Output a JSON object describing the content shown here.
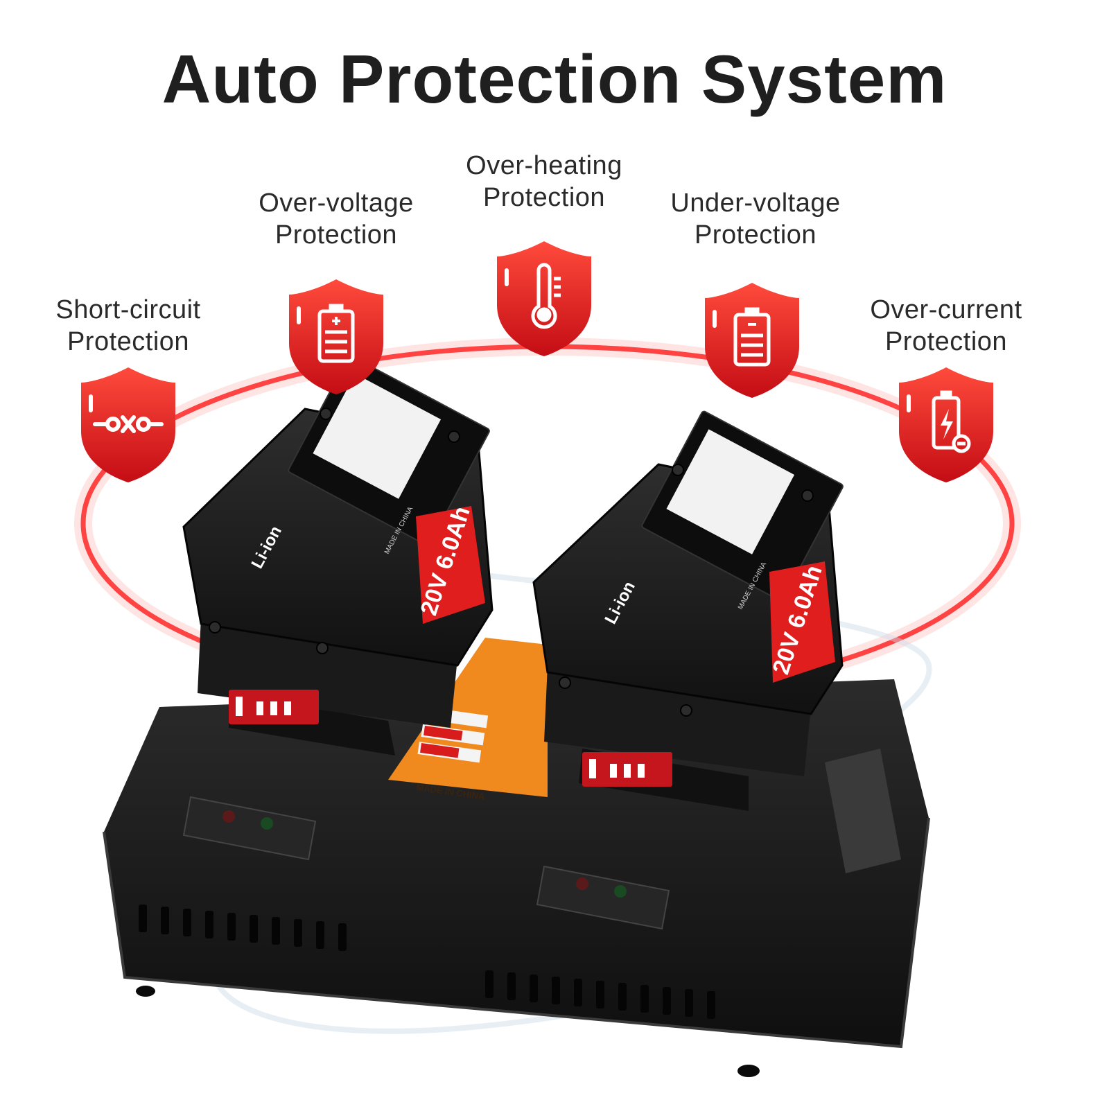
{
  "title": "Auto Protection System",
  "features": [
    {
      "line1": "Short-circuit",
      "line2": "Protection",
      "icon": "short-circuit-icon"
    },
    {
      "line1": "Over-voltage",
      "line2": "Protection",
      "icon": "battery-plus-icon"
    },
    {
      "line1": "Over-heating",
      "line2": "Protection",
      "icon": "thermometer-icon"
    },
    {
      "line1": "Under-voltage",
      "line2": "Protection",
      "icon": "battery-minus-icon"
    },
    {
      "line1": "Over-current",
      "line2": "Protection",
      "icon": "lightning-battery-icon"
    }
  ],
  "product": {
    "battery_left": {
      "brand": "Li-ion",
      "rating": "20V 6.0Ah",
      "origin": "MADE IN CHINA"
    },
    "battery_right": {
      "brand": "Li-ion",
      "rating": "20V 6.0Ah",
      "origin": "MADE IN CHINA"
    },
    "charger_label": {
      "origin": "MADE IN CHINA"
    }
  },
  "colors": {
    "accent_red": "#e11d1d",
    "glow_red": "#ff3b3b",
    "charger_black": "#1c1c1c",
    "label_orange": "#f08a1e"
  }
}
